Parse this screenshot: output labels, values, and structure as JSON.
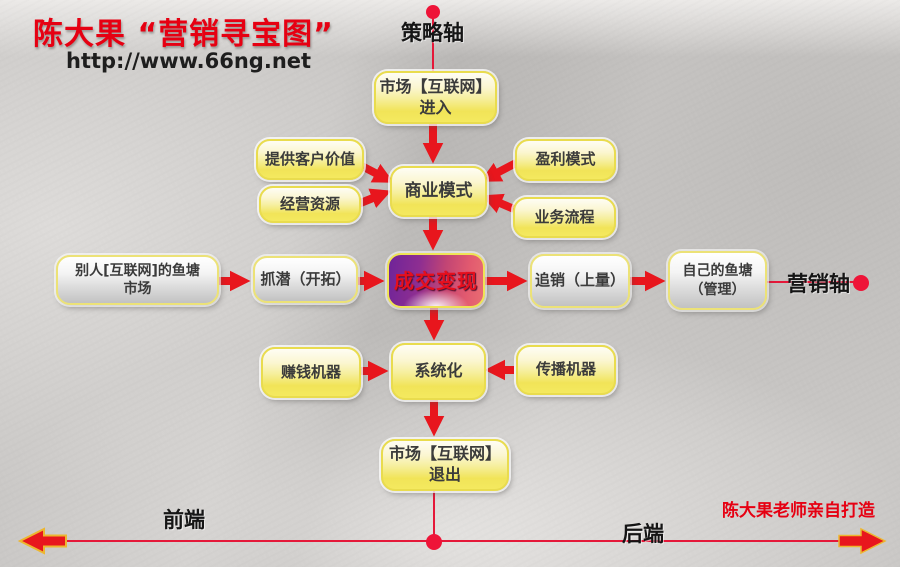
{
  "header": {
    "title": "陈大果 “营销寻宝图”",
    "url": "http://www.66ng.net"
  },
  "axes": {
    "top": "策略轴",
    "right": "营销轴",
    "bottom_left": "前端",
    "bottom_right": "后端"
  },
  "watermark": "陈大果老师亲自打造",
  "nodes": {
    "market_entry": {
      "line1": "市场【互联网】",
      "line2": "进入"
    },
    "customer_value": {
      "label": "提供客户价值"
    },
    "resources": {
      "label": "经营资源"
    },
    "business_model": {
      "label": "商业模式"
    },
    "profit_model": {
      "label": "盈利模式"
    },
    "business_process": {
      "label": "业务流程"
    },
    "others_pond": {
      "line1": "别人[互联网]的鱼塘",
      "line2": "市场"
    },
    "capture": {
      "label": "抓潜（开拓）"
    },
    "deal": {
      "label": "成交变现"
    },
    "upsell": {
      "label": "追销（上量）"
    },
    "own_pond": {
      "line1": "自己的鱼塘",
      "line2": "（管理）"
    },
    "money_machine": {
      "label": "赚钱机器"
    },
    "systemize": {
      "label": "系统化"
    },
    "spread_machine": {
      "label": "传播机器"
    },
    "market_exit": {
      "line1": "市场【互联网】",
      "line2": "退出"
    }
  },
  "colors": {
    "title_red": "#e60012",
    "arrow_red": "#e8161d",
    "axis_line_red": "#e51839",
    "dot_red": "#ee1438",
    "box_yellow_border": "#e9dc4e",
    "box_silver_border": "#ece277",
    "hot_purple": "#6f2499",
    "hot_pink": "#e96d72",
    "bottom_arrow_outline": "#edb62f"
  }
}
